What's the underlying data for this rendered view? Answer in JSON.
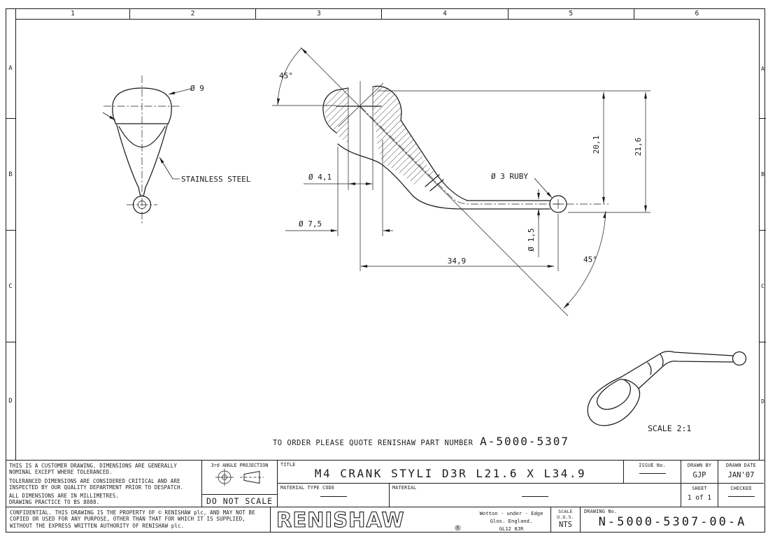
{
  "sheet": {
    "grid_columns": [
      "1",
      "2",
      "3",
      "4",
      "5",
      "6"
    ],
    "grid_rows": [
      "A",
      "B",
      "C",
      "D"
    ],
    "order_note": {
      "text": "TO ORDER PLEASE QUOTE RENISHAW PART NUMBER",
      "part_number": "A-5000-5307"
    }
  },
  "drawing": {
    "front_view": {
      "diameter_label": "Ø 9",
      "material_callout": "STAINLESS STEEL"
    },
    "section_view": {
      "thread_angle": "45°",
      "bore_diameter": "Ø 4,1",
      "body_diameter": "Ø 7,5",
      "ball_callout": "Ø 3 RUBY",
      "stem_diameter": "Ø 1,5",
      "reach_length": "34,9",
      "tip_angle": "45°",
      "height_to_center": "20,1",
      "overall_height": "21,6"
    },
    "perspective_view": {
      "scale_label": "SCALE 2:1"
    }
  },
  "title_block": {
    "notes": [
      "THIS IS A CUSTOMER DRAWING. DIMENSIONS ARE GENERALLY NOMINAL EXCEPT WHERE TOLERANCED.",
      "TOLERANCED DIMENSIONS ARE CONSIDERED CRITICAL AND ARE INSPECTED BY OUR QUALITY DEPARTMENT PRIOR TO DESPATCH.",
      "ALL DIMENSIONS ARE IN MILLIMETRES.",
      "DRAWING PRACTICE TO BS 8888."
    ],
    "projection": {
      "label": "3rd ANGLE PROJECTION",
      "do_not_scale": "DO NOT SCALE"
    },
    "title": {
      "label": "TITLE",
      "value": "M4 CRANK STYLI D3R L21.6 X L34.9"
    },
    "material_type_code_label": "MATERIAL TYPE CODE",
    "material_label": "MATERIAL",
    "issue_label": "ISSUE No.",
    "drawn_by": {
      "label": "DRAWN BY",
      "value": "GJP"
    },
    "drawn_date": {
      "label": "DRAWN DATE",
      "value": "JAN'07"
    },
    "sheet_info": {
      "label": "SHEET",
      "value": "1 of 1"
    },
    "checked_label": "CHECKED",
    "confidential": "CONFIDENTIAL. THIS DRAWING IS THE PROPERTY OF © RENISHAW plc, AND MAY NOT BE COPIED OR USED FOR ANY PURPOSE, OTHER THAN THAT FOR WHICH IT IS SUPPLIED, WITHOUT THE EXPRESS WRITTEN AUTHORITY OF RENISHAW plc.",
    "logo": {
      "name": "RENISHAW",
      "registered": "®",
      "address": [
        "Wotton - under - Edge",
        "Glos. England.",
        "GL12 8JR"
      ]
    },
    "scale": {
      "label": "SCALE U.O.S.",
      "value": "NTS"
    },
    "drawing_no": {
      "label": "DRAWING No.",
      "value": "N-5000-5307-00-A"
    }
  }
}
